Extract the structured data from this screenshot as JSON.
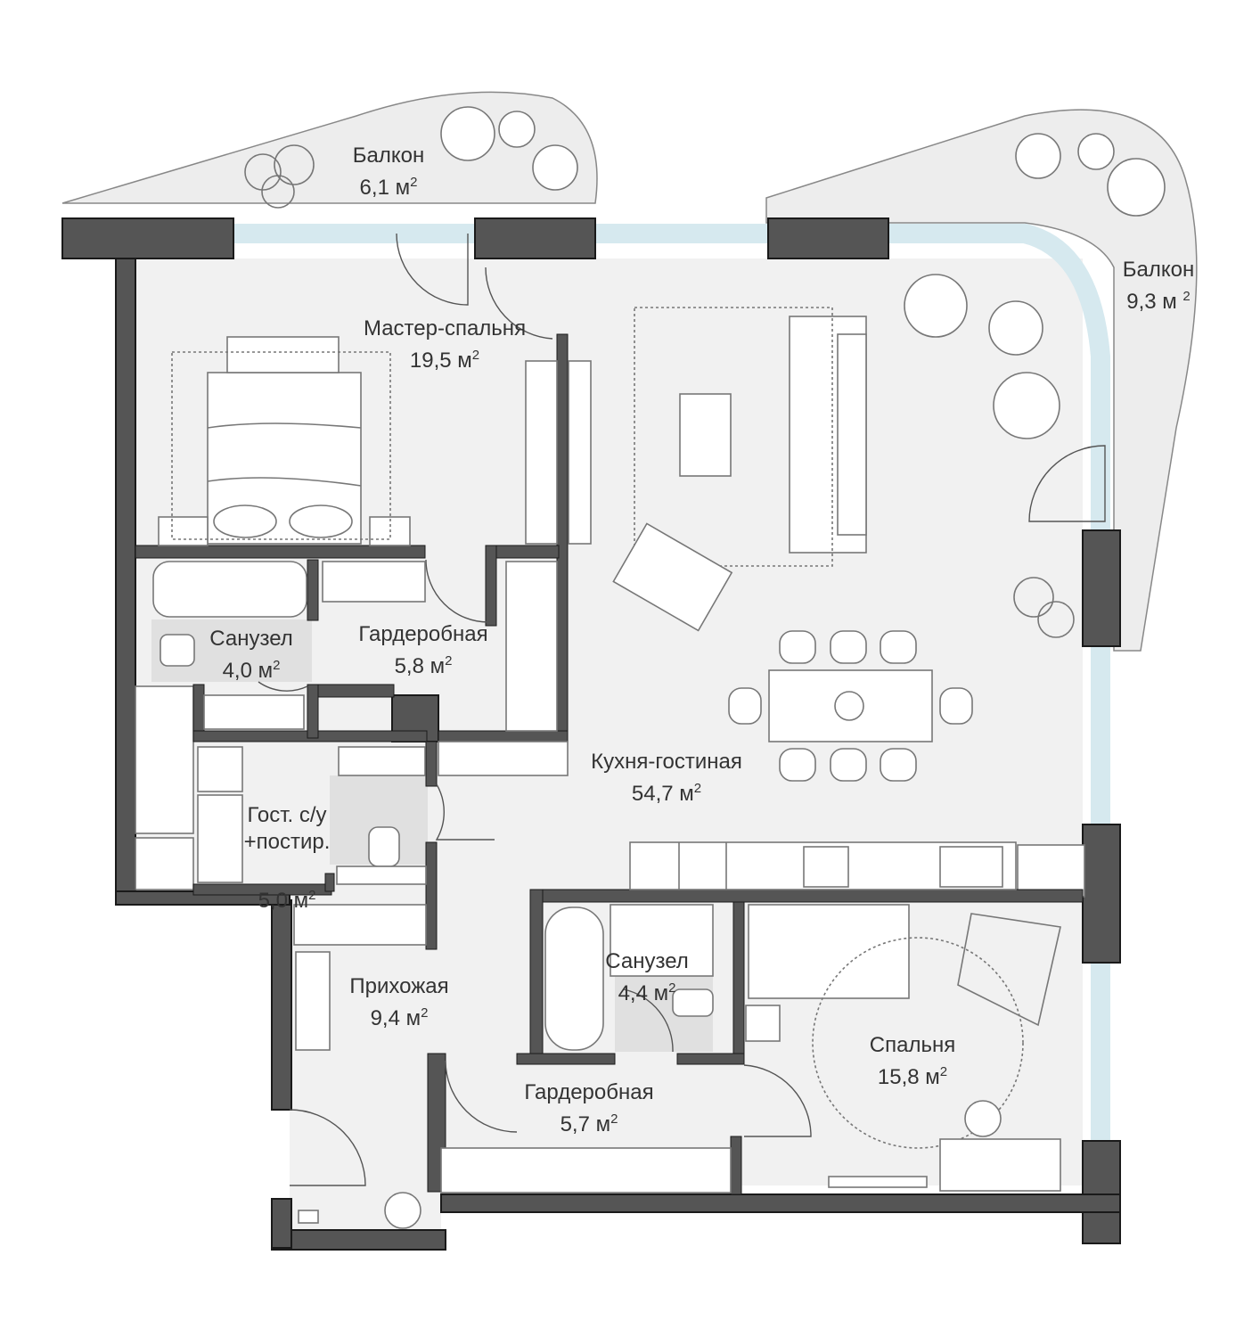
{
  "plan": {
    "colors": {
      "floor": "#f1f1f1",
      "wall": "#555555",
      "wall_outline": "#1a1a1a",
      "balcony": "#ededed",
      "glass": "#d6e9ef",
      "tile": "#e0e0e0",
      "furniture_stroke": "#777777"
    },
    "rooms": [
      {
        "id": "balcony-1",
        "name": "Балкон",
        "area": "6,1 м",
        "unit_sup": "2"
      },
      {
        "id": "balcony-2",
        "name": "Балкон",
        "area": "9,3 м ",
        "unit_sup": "2"
      },
      {
        "id": "master-bedroom",
        "name": "Мастер-спальня",
        "area": "19,5 м",
        "unit_sup": "2"
      },
      {
        "id": "bathroom-1",
        "name": "Санузел",
        "area": "4,0 м",
        "unit_sup": "2"
      },
      {
        "id": "wardrobe-1",
        "name": "Гардеробная",
        "area": "5,8 м",
        "unit_sup": "2"
      },
      {
        "id": "kitchen-living",
        "name": "Кухня-гостиная",
        "area": "54,7 м",
        "unit_sup": "2"
      },
      {
        "id": "guest-wc",
        "name": "Гост. с/у\n+постир.",
        "area": "5,0 м",
        "unit_sup": "2"
      },
      {
        "id": "hallway",
        "name": "Прихожая",
        "area": "9,4 м",
        "unit_sup": "2"
      },
      {
        "id": "bathroom-2",
        "name": "Санузел",
        "area": "4,4 м",
        "unit_sup": "2"
      },
      {
        "id": "wardrobe-2",
        "name": "Гардеробная",
        "area": "5,7 м",
        "unit_sup": "2"
      },
      {
        "id": "bedroom",
        "name": "Спальня",
        "area": "15,8 м",
        "unit_sup": "2"
      }
    ]
  }
}
